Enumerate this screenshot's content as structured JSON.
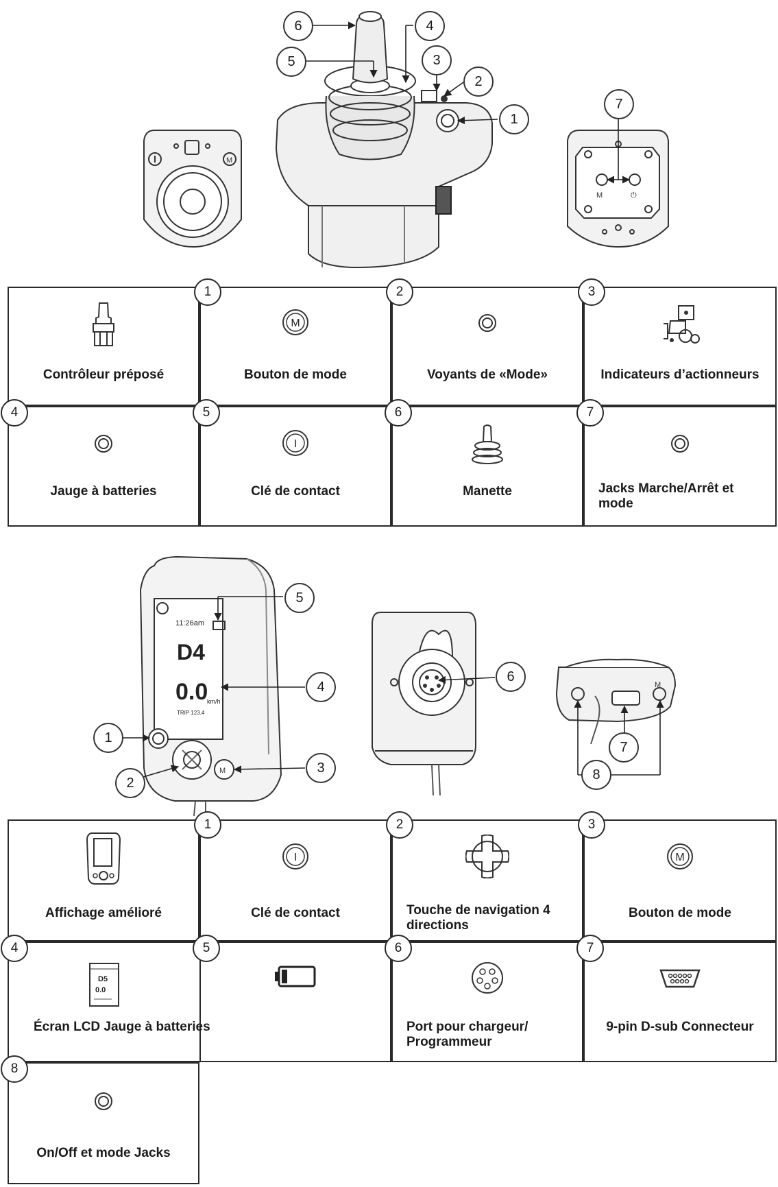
{
  "top_callouts": [
    "6",
    "4",
    "5",
    "3",
    "2",
    "1",
    "7"
  ],
  "top_table": [
    {
      "number": "",
      "label": "Contrôleur préposé",
      "icon": "attendant-control-icon"
    },
    {
      "number": "1",
      "label": "Bouton de mode",
      "icon": "mode-button-icon",
      "icon_text": "M"
    },
    {
      "number": "2",
      "label": "Voyants de «Mode»",
      "icon": "led-ring-icon"
    },
    {
      "number": "3",
      "label": "Indicateurs d’actionneurs",
      "icon": "wheelchair-actuator-icon"
    },
    {
      "number": "4",
      "label": "Jauge à batteries",
      "icon": "led-ring-icon"
    },
    {
      "number": "5",
      "label": "Clé de contact",
      "icon": "power-button-icon",
      "icon_text": "I"
    },
    {
      "number": "6",
      "label": "Manette",
      "icon": "joystick-icon"
    },
    {
      "number": "7",
      "label": "Jacks Marche/Arrêt et mode",
      "icon": "led-ring-icon"
    }
  ],
  "display_screen": {
    "time": "11:26am",
    "drive": "D4",
    "speed": "0.0",
    "unit": "km/h",
    "footer": "TRIP 123.4"
  },
  "bottom_callouts": [
    "5",
    "4",
    "1",
    "3",
    "2",
    "6",
    "7",
    "8"
  ],
  "bottom_table": [
    {
      "number": "",
      "label": "Affichage amélioré",
      "icon": "enhanced-display-icon"
    },
    {
      "number": "1",
      "label": "Clé de contact",
      "icon": "power-button-icon",
      "icon_text": "I"
    },
    {
      "number": "2",
      "label": "Touche de navigation 4 directions",
      "icon": "navigation-cross-icon"
    },
    {
      "number": "3",
      "label": "Bouton de mode",
      "icon": "mode-button-icon",
      "icon_text": "M"
    },
    {
      "number": "4",
      "label": "Écran LCD Jauge à batteries",
      "icon": "lcd-screen-icon",
      "icon_text_1": "D5",
      "icon_text_2": "0.0"
    },
    {
      "number": "5",
      "label": "",
      "icon": "battery-icon"
    },
    {
      "number": "6",
      "label": "Port pour chargeur/ Programmeur",
      "icon": "charger-port-icon"
    },
    {
      "number": "7",
      "label": "9-pin D-sub Connecteur",
      "icon": "dsub-connector-icon"
    },
    {
      "number": "8",
      "label": "On/Off et mode Jacks",
      "icon": "led-ring-icon"
    }
  ]
}
